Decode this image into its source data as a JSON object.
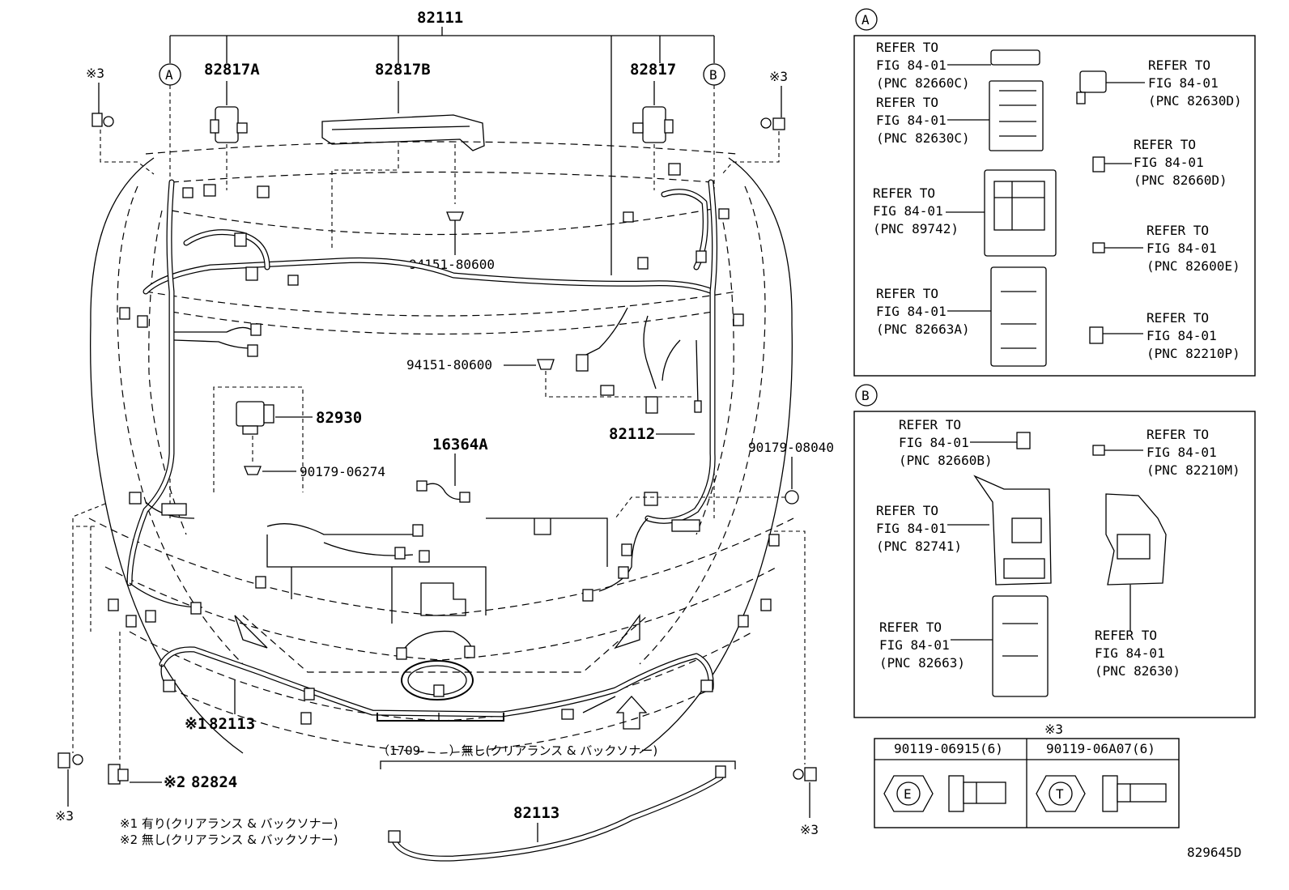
{
  "main": {
    "callouts": {
      "harness_main": "82111",
      "sensor_a": "82817A",
      "protector_b": "82817B",
      "sensor": "82817",
      "clamp_upper": "94151-80600",
      "clamp_mid": "94151-80600",
      "relay": "82930",
      "bolt_relay": "90179-06274",
      "sub_16364": "16364A",
      "wire_82112": "82112",
      "bolt_right": "90179-08040",
      "bumper_wire": "82113",
      "bumper_wire_lower": "82113",
      "sensor_82824": "82824",
      "mark_1": "※1",
      "mark_2": "※2",
      "mark_3_ul": "※3",
      "mark_3_ur": "※3",
      "mark_3_ll": "※3",
      "mark_3_lr": "※3",
      "circle_a": "A",
      "circle_b": "B"
    },
    "date_range_note": "（1709-　　）無し(クリアランス & バックソナー)",
    "footnote_1": "※1 有り(クリアランス & バックソナー)",
    "footnote_2": "※2 無し(クリアランス & バックソナー)"
  },
  "panel_a": {
    "label": "A",
    "refs": [
      {
        "line1": "REFER TO",
        "line2": "FIG 84-01",
        "pnc": "(PNC 82660C)"
      },
      {
        "line1": "REFER TO",
        "line2": "FIG 84-01",
        "pnc": "(PNC 82630D)"
      },
      {
        "line1": "REFER TO",
        "line2": "FIG 84-01",
        "pnc": "(PNC 82630C)"
      },
      {
        "line1": "REFER TO",
        "line2": "FIG 84-01",
        "pnc": "(PNC 82660D)"
      },
      {
        "line1": "REFER TO",
        "line2": "FIG 84-01",
        "pnc": "(PNC 89742)"
      },
      {
        "line1": "REFER TO",
        "line2": "FIG 84-01",
        "pnc": "(PNC 82600E)"
      },
      {
        "line1": "REFER TO",
        "line2": "FIG 84-01",
        "pnc": "(PNC 82663A)"
      },
      {
        "line1": "REFER TO",
        "line2": "FIG 84-01",
        "pnc": "(PNC 82210P)"
      }
    ]
  },
  "panel_b": {
    "label": "B",
    "refs": [
      {
        "line1": "REFER TO",
        "line2": "FIG 84-01",
        "pnc": "(PNC 82660B)"
      },
      {
        "line1": "REFER TO",
        "line2": "FIG 84-01",
        "pnc": "(PNC 82210M)"
      },
      {
        "line1": "REFER TO",
        "line2": "FIG 84-01",
        "pnc": "(PNC 82741)"
      },
      {
        "line1": "REFER TO",
        "line2": "FIG 84-01",
        "pnc": "(PNC 82663)"
      },
      {
        "line1": "REFER TO",
        "line2": "FIG 84-01",
        "pnc": "(PNC 82630)"
      }
    ]
  },
  "bolt_table": {
    "mark": "※3",
    "col1_part": "90119-06915(6)",
    "col1_symbol": "E",
    "col2_part": "90119-06A07(6)",
    "col2_symbol": "T"
  },
  "figure_id": "829645D"
}
